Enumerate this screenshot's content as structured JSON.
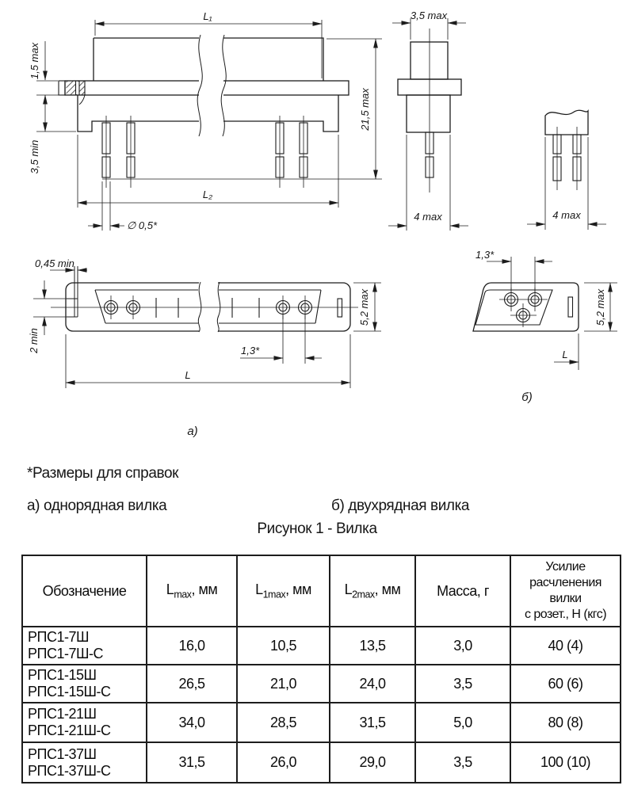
{
  "figure": {
    "note": "*Размеры для справок",
    "label_a": "а) однорядная вилка",
    "label_b": "б) двухрядная вилка",
    "caption": "Рисунок 1 - Вилка",
    "side_view": {
      "dim_l1": "L₁",
      "dim_l2": "L₂",
      "dim_flange": "1,5 max",
      "dim_posts": "3,5 min",
      "dim_height": "21,5 max",
      "dim_pin_dia": "∅ 0,5*"
    },
    "end_view": {
      "dim_width_top": "3,5 max",
      "dim_width_bottom": "4 max"
    },
    "end_view_double": {
      "dim_width_bottom": "4 max"
    },
    "top_view_single": {
      "dim_wall": "0,45 min",
      "dim_tab": "2 min",
      "dim_pitch": "1,3*",
      "dim_width": "5,2 max",
      "dim_length": "L",
      "label": "а)"
    },
    "top_view_double": {
      "dim_pitch": "1,3*",
      "dim_width": "5,2 max",
      "dim_length": "L",
      "label": "б)"
    }
  },
  "table": {
    "headers": {
      "designation": "Обозначение",
      "l": {
        "base": "L",
        "sub": "max",
        "unit": ", мм"
      },
      "l1": {
        "base": "L",
        "sub": "1max",
        "unit": ", мм"
      },
      "l2": {
        "base": "L",
        "sub": "2max",
        "unit": ", мм"
      },
      "mass": "Масса, г",
      "force_lines": [
        "Усилие",
        "расчленения",
        "вилки",
        "с розет., Н (кгс)"
      ]
    },
    "rows": [
      {
        "name1": "РПС1-7Ш",
        "name2": "РПС1-7Ш-С",
        "l": "16,0",
        "l1": "10,5",
        "l2": "13,5",
        "mass": "3,0",
        "force": "40 (4)"
      },
      {
        "name1": "РПС1-15Ш",
        "name2": "РПС1-15Ш-С",
        "l": "26,5",
        "l1": "21,0",
        "l2": "24,0",
        "mass": "3,5",
        "force": "60 (6)"
      },
      {
        "name1": "РПС1-21Ш",
        "name2": "РПС1-21Ш-С",
        "l": "34,0",
        "l1": "28,5",
        "l2": "31,5",
        "mass": "5,0",
        "force": "80 (8)"
      },
      {
        "name1": "РПС1-37Ш",
        "name2": "РПС1-37Ш-С",
        "l": "31,5",
        "l1": "26,0",
        "l2": "29,0",
        "mass": "3,5",
        "force": "100 (10)"
      }
    ]
  }
}
